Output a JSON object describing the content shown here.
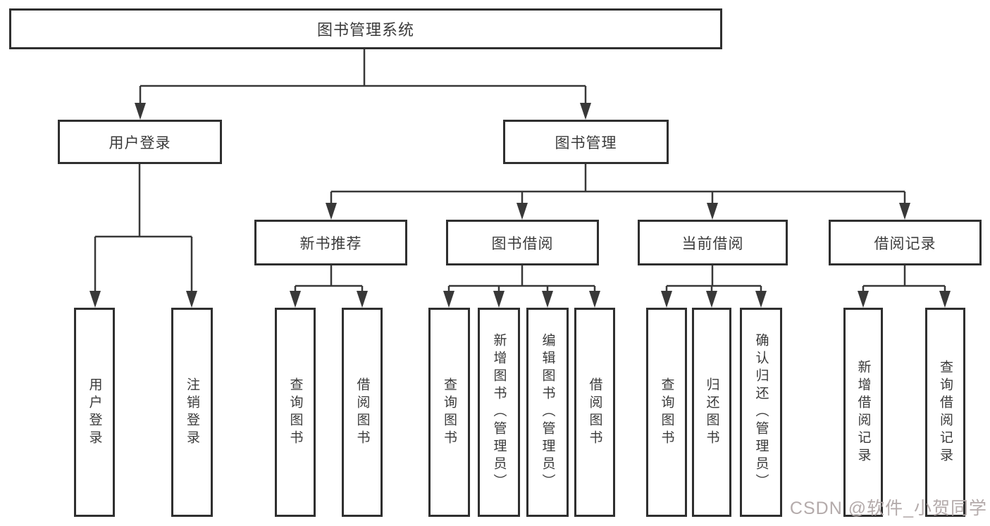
{
  "root": {
    "label": "图书管理系统"
  },
  "level2": {
    "user_login": {
      "label": "用户登录"
    },
    "book_management": {
      "label": "图书管理"
    }
  },
  "level3": {
    "new_book_recommend": {
      "label": "新书推荐"
    },
    "book_borrow": {
      "label": "图书借阅"
    },
    "current_borrow": {
      "label": "当前借阅"
    },
    "borrow_record": {
      "label": "借阅记录"
    }
  },
  "leaves": {
    "user_login": [
      {
        "label": "用户登录"
      },
      {
        "label": "注销登录"
      }
    ],
    "new_book_recommend": [
      {
        "label": "查询图书"
      },
      {
        "label": "借阅图书"
      }
    ],
    "book_borrow": [
      {
        "label": "查询图书"
      },
      {
        "label": "新增图书（管理员）"
      },
      {
        "label": "编辑图书（管理员）"
      },
      {
        "label": "借阅图书"
      }
    ],
    "current_borrow": [
      {
        "label": "查询图书"
      },
      {
        "label": "归还图书"
      },
      {
        "label": "确认归还（管理员）"
      }
    ],
    "borrow_record": [
      {
        "label": "新增借阅记录"
      },
      {
        "label": "查询借阅记录"
      }
    ]
  },
  "watermark": {
    "text": "CSDN @软件_小贺同学"
  },
  "colors": {
    "line": "#383838",
    "box_border": "#2f2f2f",
    "text": "#3b3b3b",
    "background": "#ffffff",
    "watermark": "#b4abab"
  }
}
